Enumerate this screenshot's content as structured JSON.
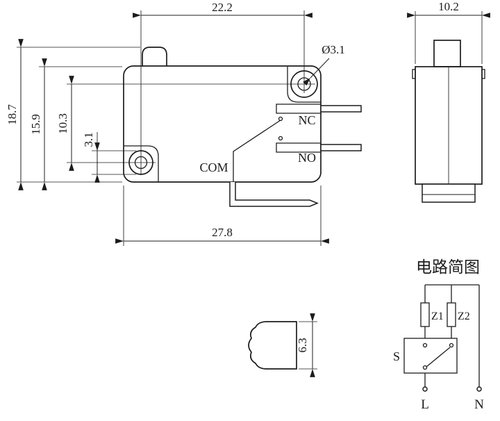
{
  "drawing": {
    "front_view": {
      "dim_top": "22.2",
      "dim_bottom": "27.8",
      "dim_left_outer": "18.7",
      "dim_left_inner": "15.9",
      "dim_hole_spacing": "10.3",
      "dim_hole_height": "3.1",
      "hole_callout": "Ø3.1",
      "label_nc": "NC",
      "label_no": "NO",
      "label_com": "COM"
    },
    "side_view": {
      "dim_width": "10.2"
    },
    "plunger_view": {
      "dim_height": "6.3"
    },
    "circuit": {
      "title": "电路简图",
      "label_z1": "Z1",
      "label_z2": "Z2",
      "label_s": "S",
      "label_l": "L",
      "label_n": "N"
    },
    "colors": {
      "ink": "#1c1c1c",
      "background": "#ffffff"
    }
  }
}
